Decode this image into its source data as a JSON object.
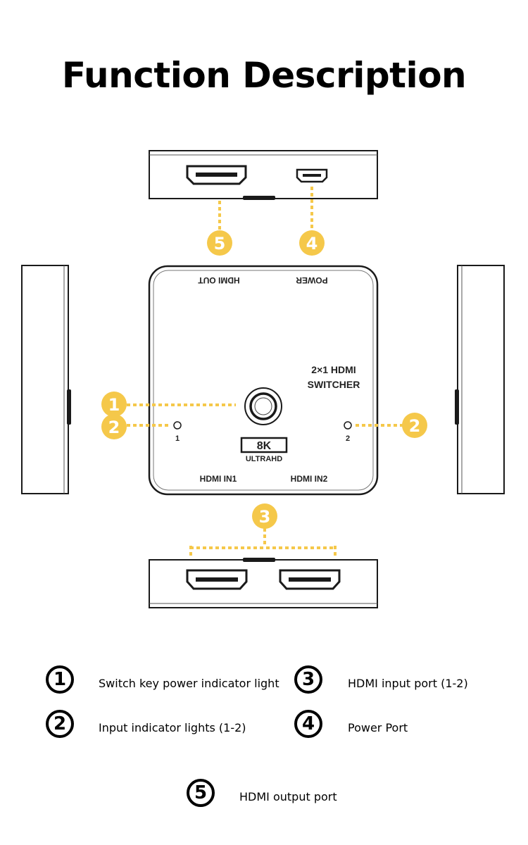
{
  "title": "Function Description",
  "device": {
    "label_hdmi_out": "HDMI OUT",
    "label_power": "POWER",
    "model_line1": "2×1 HDMI",
    "model_line2": "SWITCHER",
    "led1_label": "1",
    "led2_label": "2",
    "badge_8k": "8K",
    "badge_ultrahd": "ULTRAHD",
    "label_hdmi_in1": "HDMI IN1",
    "label_hdmi_in2": "HDMI IN2"
  },
  "markers": [
    "1",
    "2",
    "3",
    "4",
    "5"
  ],
  "legend": [
    {
      "num": "1",
      "text": "Switch key power indicator light"
    },
    {
      "num": "2",
      "text": "Input indicator lights (1-2)"
    },
    {
      "num": "3",
      "text": "HDMI input port (1-2)"
    },
    {
      "num": "4",
      "text": "Power Port"
    },
    {
      "num": "5",
      "text": "HDMI output port"
    }
  ],
  "colors": {
    "marker": "#f5c84a",
    "dots": "#f5c84a",
    "outline": "#1a1a1a"
  }
}
